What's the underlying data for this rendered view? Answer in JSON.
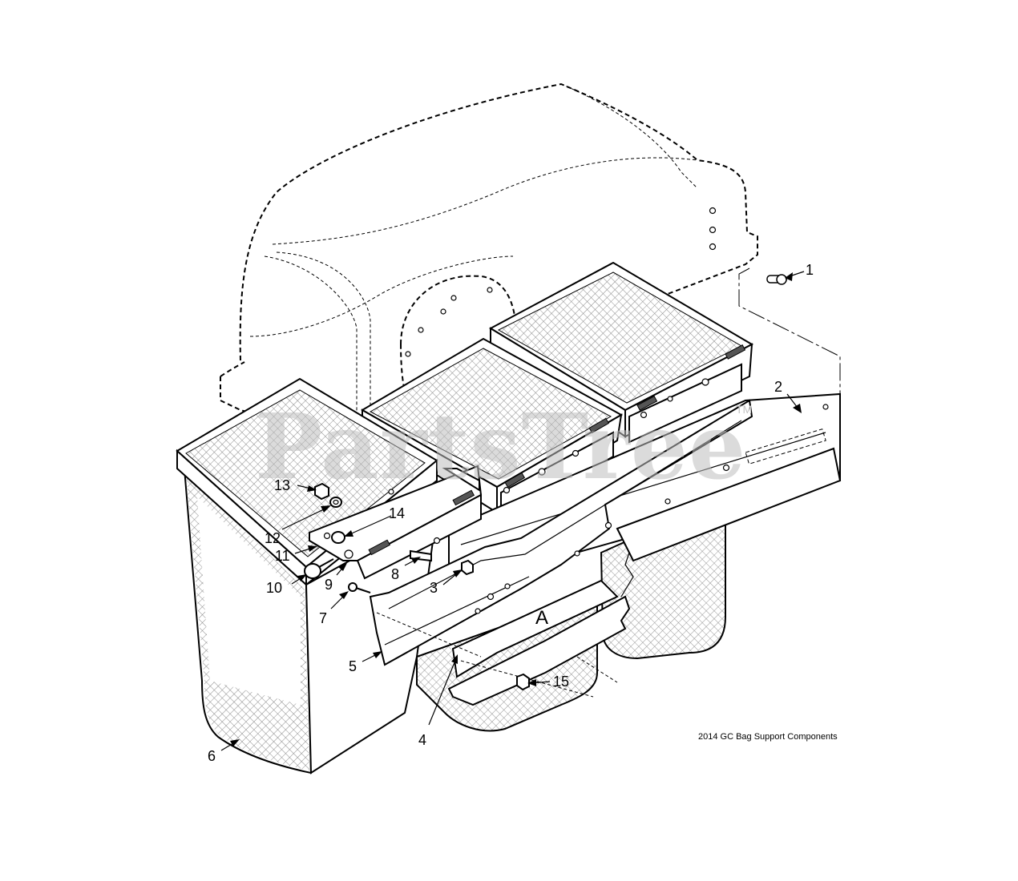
{
  "diagram": {
    "caption": "2014 GC Bag Support Components",
    "watermark": {
      "text": "PartsTree",
      "tm": "TM"
    },
    "callouts": [
      "1",
      "2",
      "3",
      "4",
      "5",
      "6",
      "7",
      "8",
      "9",
      "10",
      "11",
      "12",
      "13",
      "14",
      "15"
    ],
    "reference_letter": "A"
  }
}
